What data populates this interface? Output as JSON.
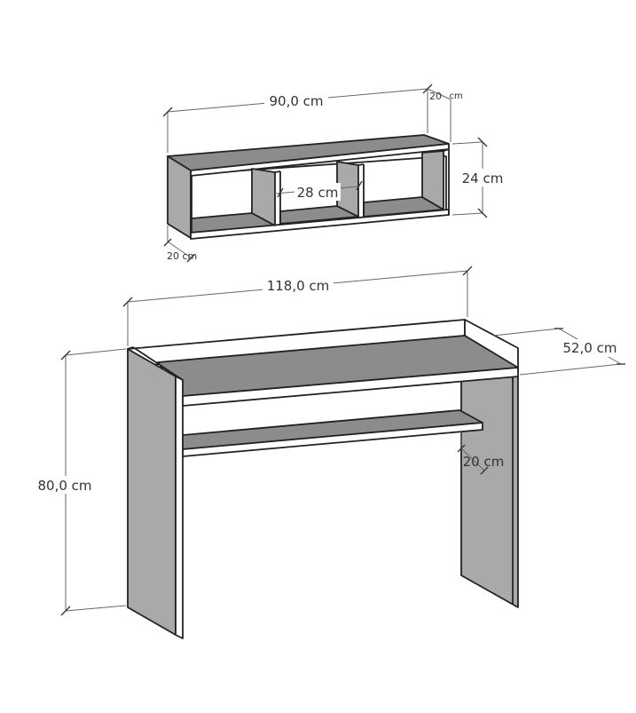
{
  "colors": {
    "background": "#ffffff",
    "panel_gray": "#a9a9a9",
    "shelf_gray": "#8c8c8c",
    "edge": "#222222",
    "dimension_line": "#666666",
    "label_text": "#333333"
  },
  "wall_shelf": {
    "width_label": "90,0 cm",
    "height_label": "24 cm",
    "compartment_label": "28 cm",
    "depth_back_label": "20",
    "depth_back_unit": "cm",
    "depth_front_label": "20 cm"
  },
  "console_table": {
    "width_label": "118,0 cm",
    "depth_label": "52,0 cm",
    "height_label": "80,0 cm",
    "lower_shelf_label": "20 cm"
  }
}
